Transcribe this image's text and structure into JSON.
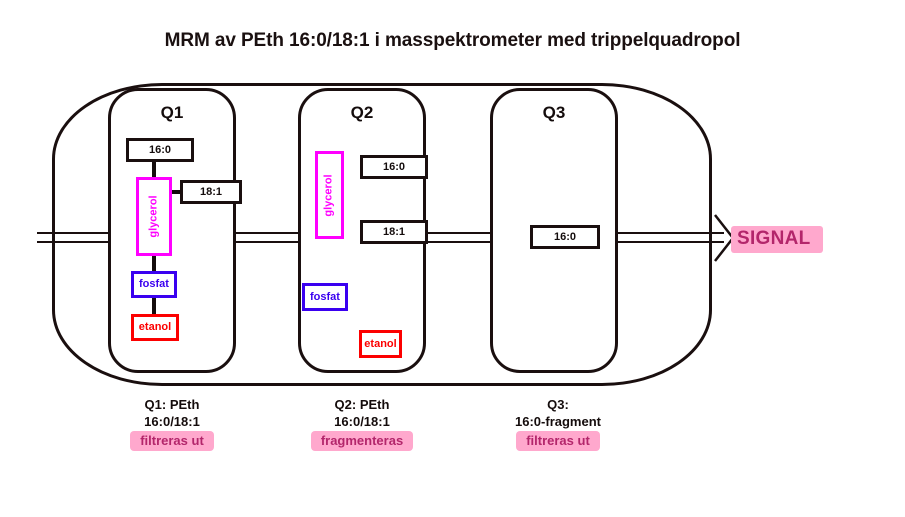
{
  "title": "MRM av PEth 16:0/18:1 i masspektrometer med trippelquadropol",
  "colors": {
    "outline": "#1a0f0f",
    "magenta": "#ff00ff",
    "blue": "#3a00f0",
    "red": "#fc0000",
    "highlight_bg": "#ffa8cd",
    "highlight_text": "#b3266b"
  },
  "quadrupoles": [
    {
      "id": "q1",
      "label": "Q1",
      "boxes": [
        {
          "name": "fatty-acid-16-0",
          "text": "16:0",
          "color": "black"
        },
        {
          "name": "glycerol",
          "text": "glycerol",
          "color": "magenta"
        },
        {
          "name": "fatty-acid-18-1",
          "text": "18:1",
          "color": "black"
        },
        {
          "name": "fosfat",
          "text": "fosfat",
          "color": "blue"
        },
        {
          "name": "etanol",
          "text": "etanol",
          "color": "red"
        }
      ]
    },
    {
      "id": "q2",
      "label": "Q2",
      "boxes": [
        {
          "name": "glycerol",
          "text": "glycerol",
          "color": "magenta"
        },
        {
          "name": "fatty-acid-16-0",
          "text": "16:0",
          "color": "black"
        },
        {
          "name": "fatty-acid-18-1",
          "text": "18:1",
          "color": "black"
        },
        {
          "name": "fosfat",
          "text": "fosfat",
          "color": "blue"
        },
        {
          "name": "etanol",
          "text": "etanol",
          "color": "red"
        }
      ]
    },
    {
      "id": "q3",
      "label": "Q3",
      "boxes": [
        {
          "name": "fatty-acid-16-0",
          "text": "16:0",
          "color": "black"
        }
      ]
    }
  ],
  "signal": {
    "label": "SIGNAL"
  },
  "captions": [
    {
      "line1": "Q1: PEth",
      "line2": "16:0/18:1",
      "highlight": "filtreras ut"
    },
    {
      "line1": "Q2: PEth",
      "line2": "16:0/18:1",
      "highlight": "fragmenteras"
    },
    {
      "line1": "Q3:",
      "line2": "16:0-fragment",
      "highlight": "filtreras ut"
    }
  ]
}
